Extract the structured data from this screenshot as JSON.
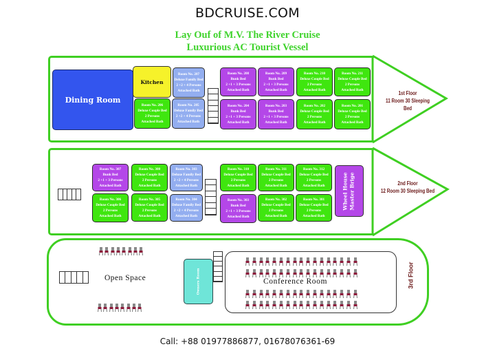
{
  "header": {
    "site_title": "BDCRUISE.COM",
    "subtitle_line1": "Lay Ouf of  M.V. The River Cruise",
    "subtitle_line2": "Luxurious AC Tourist Vessel"
  },
  "colors": {
    "hull_outline": "#3fcf22",
    "bunk_room": "#b447e8",
    "couple_room": "#3fe60f",
    "family_room": "#93aef0",
    "dining_room": "#3355ee",
    "kitchen": "#f6f22a",
    "owners_room": "#6fe5d8",
    "floor_label": "#6b1a1a",
    "title_green": "#3fd32c"
  },
  "floor1": {
    "label_line1": "1st Floor",
    "label_line2": "11 Room 30 Sleeping Bed",
    "dining_room": "Dining Room",
    "kitchen": "Kitchen",
    "rooms": [
      {
        "number": "Room No. 207",
        "bed": "Deluxe Family Bed",
        "persons": "2 +2 + 4 Persons",
        "bath": "Attached Bath",
        "type": "family"
      },
      {
        "number": "Room No. 206",
        "bed": "Deluxe Couple Bed",
        "persons": "2 Persons",
        "bath": "Attached Bath",
        "type": "couple"
      },
      {
        "number": "Room No. 205",
        "bed": "Deluxe Family Bed",
        "persons": "2 +2 + 4 Persons",
        "bath": "Attached Bath",
        "type": "family"
      },
      {
        "number": "Room No. 208",
        "bed": "Bunk Bed",
        "persons": "2 +1 + 3 Persons",
        "bath": "Attached Bath",
        "type": "bunk"
      },
      {
        "number": "Room No. 209",
        "bed": "Bunk Bed",
        "persons": "2 +1 + 3 Persons",
        "bath": "Attached Bath",
        "type": "bunk"
      },
      {
        "number": "Room No. 204",
        "bed": "Bunk Bed",
        "persons": "2 +1 + 3 Persons",
        "bath": "Attached Bath",
        "type": "bunk"
      },
      {
        "number": "Room No. 203",
        "bed": "Bunk Bed",
        "persons": "2 +1 + 3 Persons",
        "bath": "Attached Bath",
        "type": "bunk"
      },
      {
        "number": "Room No. 210",
        "bed": "Deluxe Couple Bed",
        "persons": "2 Persons",
        "bath": "Attached Bath",
        "type": "couple"
      },
      {
        "number": "Room No. 211",
        "bed": "Deluxe Couple Bed",
        "persons": "2 Persons",
        "bath": "Attached Bath",
        "type": "couple"
      },
      {
        "number": "Room No. 202",
        "bed": "Deluxe Couple Bed",
        "persons": "2 Persons",
        "bath": "Attached Bath",
        "type": "couple"
      },
      {
        "number": "Room No. 201",
        "bed": "Deluxe Couple Bed",
        "persons": "2 Persons",
        "bath": "Attached Bath",
        "type": "couple"
      }
    ]
  },
  "floor2": {
    "label_line1": "2nd  Floor",
    "label_line2": "12 Room 30 Sleeping Bed",
    "wheel_house_line1": "Wheel House",
    "wheel_house_line2": "Master Brige",
    "rooms": [
      {
        "number": "Room No. 307",
        "bed": "Bunk Bed",
        "persons": "2 +1 + 3 Persons",
        "bath": "Attached Bath",
        "type": "bunk"
      },
      {
        "number": "Room No. 308",
        "bed": "Deluxe Couple Bed",
        "persons": "2 Persons",
        "bath": "Attached Bath",
        "type": "couple"
      },
      {
        "number": "Room No. 303",
        "bed": "Deluxe Family Bed",
        "persons": "2 +2 + 4 Persons",
        "bath": "Attached Bath",
        "type": "family"
      },
      {
        "number": "Room No. 306",
        "bed": "Deluxe Couple Bed",
        "persons": "2 Persons",
        "bath": "Attached Bath",
        "type": "couple"
      },
      {
        "number": "Room No. 305",
        "bed": "Deluxe Couple Bed",
        "persons": "2 Persons",
        "bath": "Attached Bath",
        "type": "couple"
      },
      {
        "number": "Room No. 304",
        "bed": "Deluxe Family Bed",
        "persons": "2 +2 + 4 Persons",
        "bath": "Attached Bath",
        "type": "family"
      },
      {
        "number": "Room No. 310",
        "bed": "Deluxe Couple Bed",
        "persons": "2 Persons",
        "bath": "Attached Bath",
        "type": "couple"
      },
      {
        "number": "Room No. 311",
        "bed": "Deluxe Couple Bed",
        "persons": "2 Persons",
        "bath": "Attached Bath",
        "type": "couple"
      },
      {
        "number": "Room No. 312",
        "bed": "Deluxe Couple Bed",
        "persons": "2 Persons",
        "bath": "Attached Bath",
        "type": "couple"
      },
      {
        "number": "Room No. 303",
        "bed": "Bunk Bed",
        "persons": "2 +1 + 3 Persons",
        "bath": "Attached Bath",
        "type": "bunk"
      },
      {
        "number": "Room No. 302",
        "bed": "Deluxe Couple Bed",
        "persons": "2 Persons",
        "bath": "Attached Bath",
        "type": "couple"
      },
      {
        "number": "Room No. 301",
        "bed": "Deluxe Couple Bed",
        "persons": "2 Persons",
        "bath": "Attached Bath",
        "type": "couple"
      }
    ]
  },
  "floor3": {
    "label": "3rd Floor",
    "open_space": "Open Space",
    "owners_room": "Owners Room",
    "conference_room": "Conference Room",
    "open_space_chair_rows": [
      8,
      8
    ],
    "conference_chair_rows": [
      17,
      17,
      17,
      17
    ]
  },
  "footer": {
    "contact": "Call: +88 01977886877, 01678076361-69"
  }
}
